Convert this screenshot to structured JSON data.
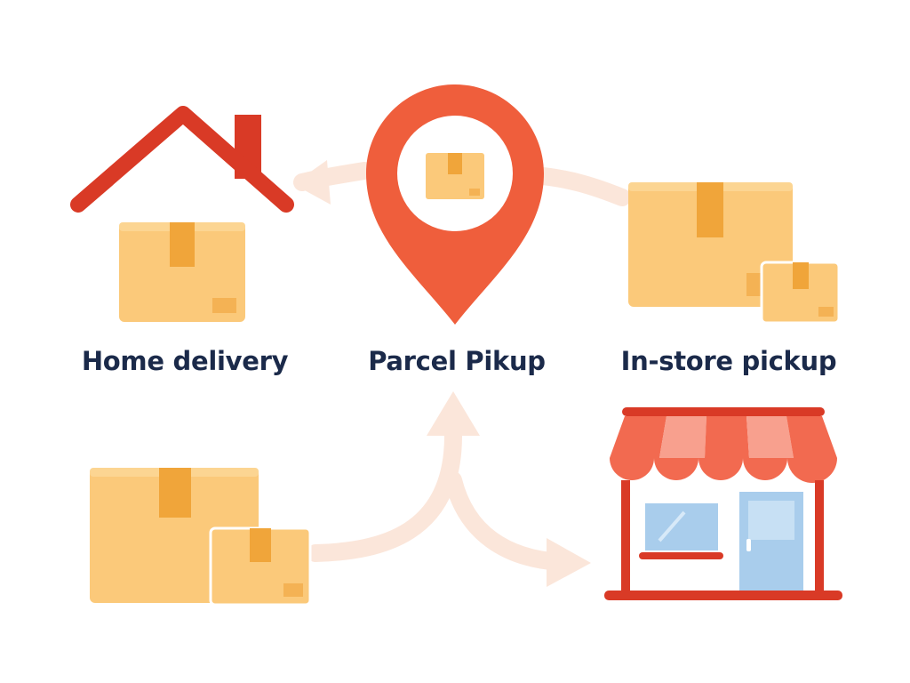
{
  "labels": {
    "home": "Home delivery",
    "parcel": "Parcel Pikup",
    "store": "In-store pickup"
  },
  "icons": {
    "home": "house-icon",
    "parcel": "location-pin-icon",
    "store": "storefront-icon",
    "packages": "package-stack-icon"
  },
  "colors": {
    "label_text": "#1b2a4a",
    "box": "#fbc97a",
    "box_tape": "#f0a53a",
    "roof": "#d93a26",
    "pin": "#ef5e3c",
    "awning": "#f46a4f",
    "store_frame": "#d93a26",
    "window_glass": "#a9cdec",
    "arrow": "#fbe4d8"
  }
}
